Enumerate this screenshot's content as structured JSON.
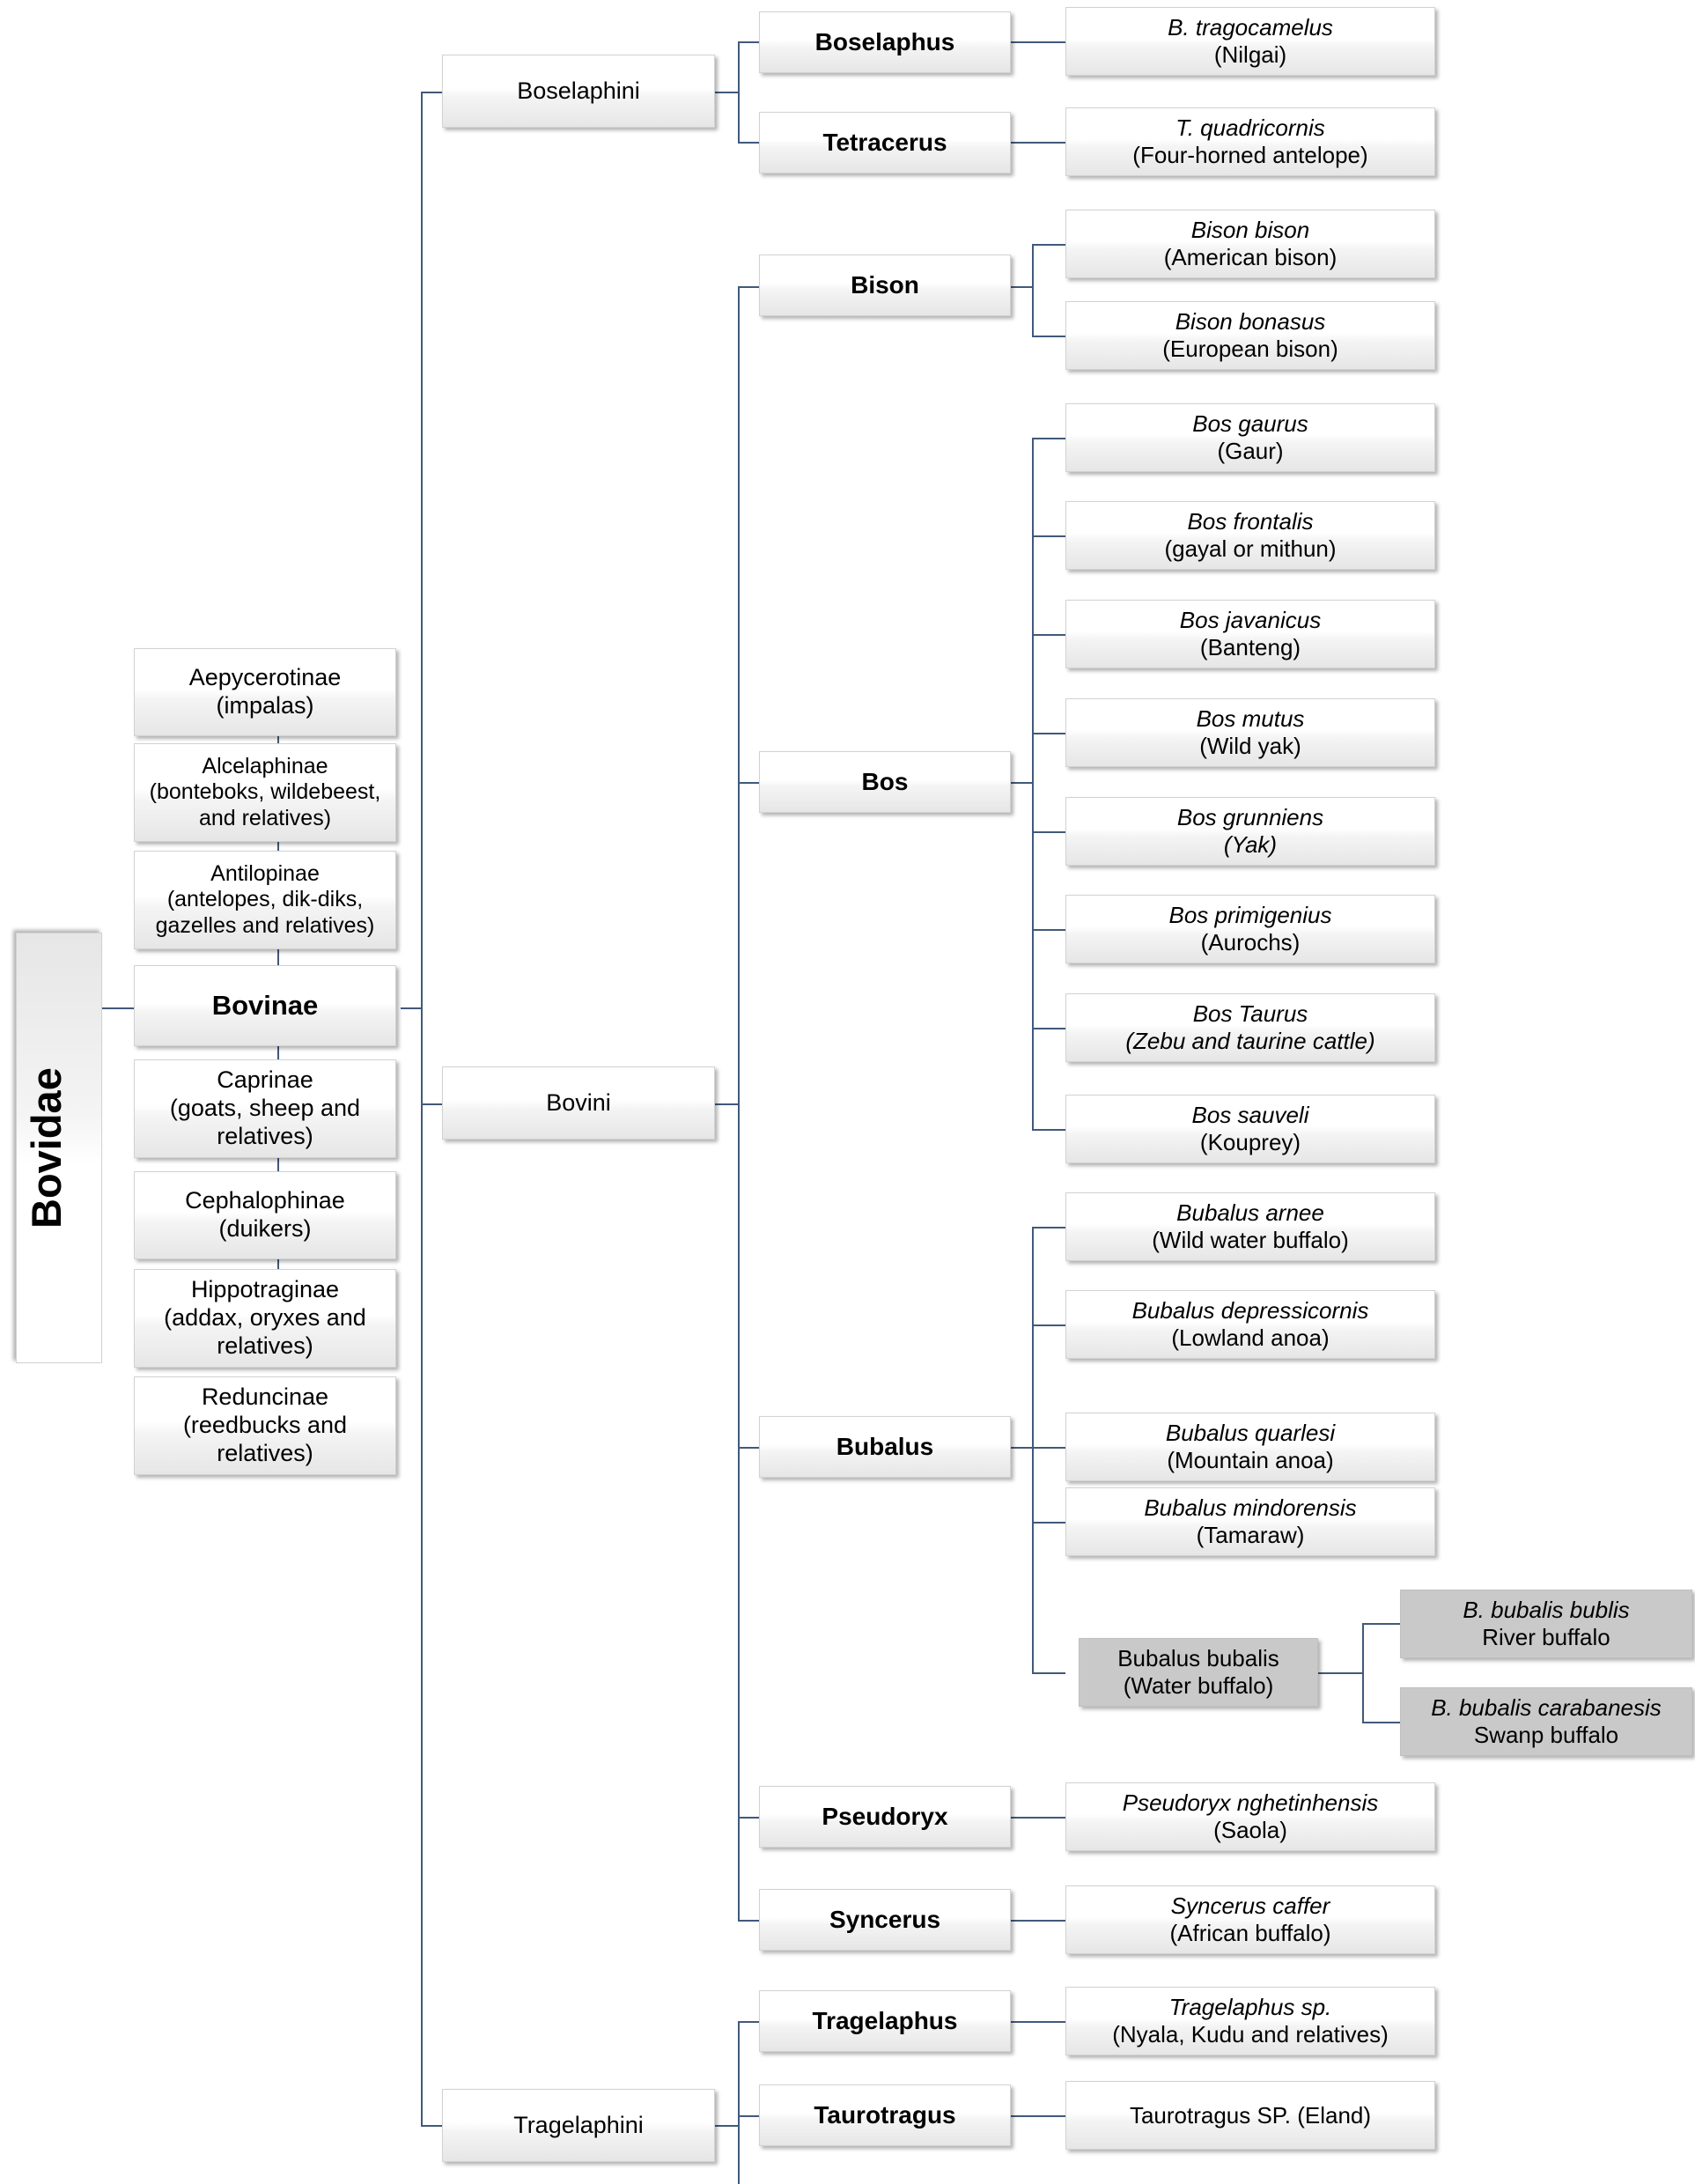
{
  "diagram": {
    "title": "Bovidae taxonomy tree",
    "root": {
      "label": "Bovidae"
    },
    "subfamilies": [
      {
        "name": "Aepycerotinae",
        "common": "(impalas)"
      },
      {
        "name": "Alcelaphinae",
        "common": "(bonteboks, wildebeest, and relatives)"
      },
      {
        "name": "Antilopinae",
        "common": "(antelopes, dik-diks, gazelles and relatives)"
      },
      {
        "name": "Bovinae",
        "common": ""
      },
      {
        "name": "Caprinae",
        "common": "(goats, sheep and relatives)"
      },
      {
        "name": "Cephalophinae",
        "common": "(duikers)"
      },
      {
        "name": "Hippotraginae",
        "common": "(addax, oryxes and relatives)"
      },
      {
        "name": "Reduncinae",
        "common": "(reedbucks and relatives)"
      }
    ],
    "tribes": [
      {
        "label": "Boselaphini"
      },
      {
        "label": "Bovini"
      },
      {
        "label": "Tragelaphini"
      }
    ],
    "genera": [
      {
        "label": "Boselaphus"
      },
      {
        "label": "Tetracerus"
      },
      {
        "label": "Bison"
      },
      {
        "label": "Bos"
      },
      {
        "label": "Bubalus"
      },
      {
        "label": "Pseudoryx"
      },
      {
        "label": "Syncerus"
      },
      {
        "label": "Tragelaphus"
      },
      {
        "label": "Taurotragus"
      }
    ],
    "species": [
      {
        "sci": "B. tragocamelus",
        "common": "(Nilgai)"
      },
      {
        "sci": "T. quadricornis",
        "common": "(Four-horned antelope)"
      },
      {
        "sci": "Bison bison",
        "common": "(American bison)"
      },
      {
        "sci": "Bison bonasus",
        "common": "(European bison)"
      },
      {
        "sci": "Bos gaurus",
        "common": "(Gaur)"
      },
      {
        "sci": "Bos frontalis",
        "common": "(gayal or mithun)"
      },
      {
        "sci": "Bos javanicus",
        "common": "(Banteng)"
      },
      {
        "sci": "Bos mutus",
        "common": "(Wild yak)"
      },
      {
        "sci": "Bos grunniens",
        "common": "(Yak)"
      },
      {
        "sci": "Bos primigenius",
        "common": "(Aurochs)"
      },
      {
        "sci": "Bos Taurus",
        "common": "(Zebu and taurine cattle)"
      },
      {
        "sci": "Bos sauveli",
        "common": "(Kouprey)"
      },
      {
        "sci": "Bubalus arnee",
        "common": "(Wild water buffalo)"
      },
      {
        "sci": "Bubalus depressicornis",
        "common": "(Lowland anoa)"
      },
      {
        "sci": "Bubalus quarlesi",
        "common": "(Mountain anoa)"
      },
      {
        "sci": "Bubalus mindorensis",
        "common": "(Tamaraw)"
      },
      {
        "sci": "Bubalus bubalis",
        "common": "(Water buffalo)"
      },
      {
        "sci": "Pseudoryx nghetinhensis",
        "common": "(Saola)"
      },
      {
        "sci": "Syncerus caffer",
        "common": "(African buffalo)"
      },
      {
        "sci": "Tragelaphus sp.",
        "common": "(Nyala, Kudu and relatives)"
      },
      {
        "sci": "Taurotragus SP. (Eland)",
        "common": ""
      }
    ],
    "subspecies": [
      {
        "sci": "B. bubalis bublis",
        "common": "River buffalo"
      },
      {
        "sci": "B. bubalis carabanesis",
        "common": "Swanp buffalo"
      }
    ],
    "colors": {
      "line": "#41597a",
      "box_border": "#d2d2d2",
      "box_fill_top": "#ffffff",
      "box_fill_bottom": "#e6e6e6",
      "highlight_fill": "#c9c9c9",
      "text": "#000000"
    }
  }
}
